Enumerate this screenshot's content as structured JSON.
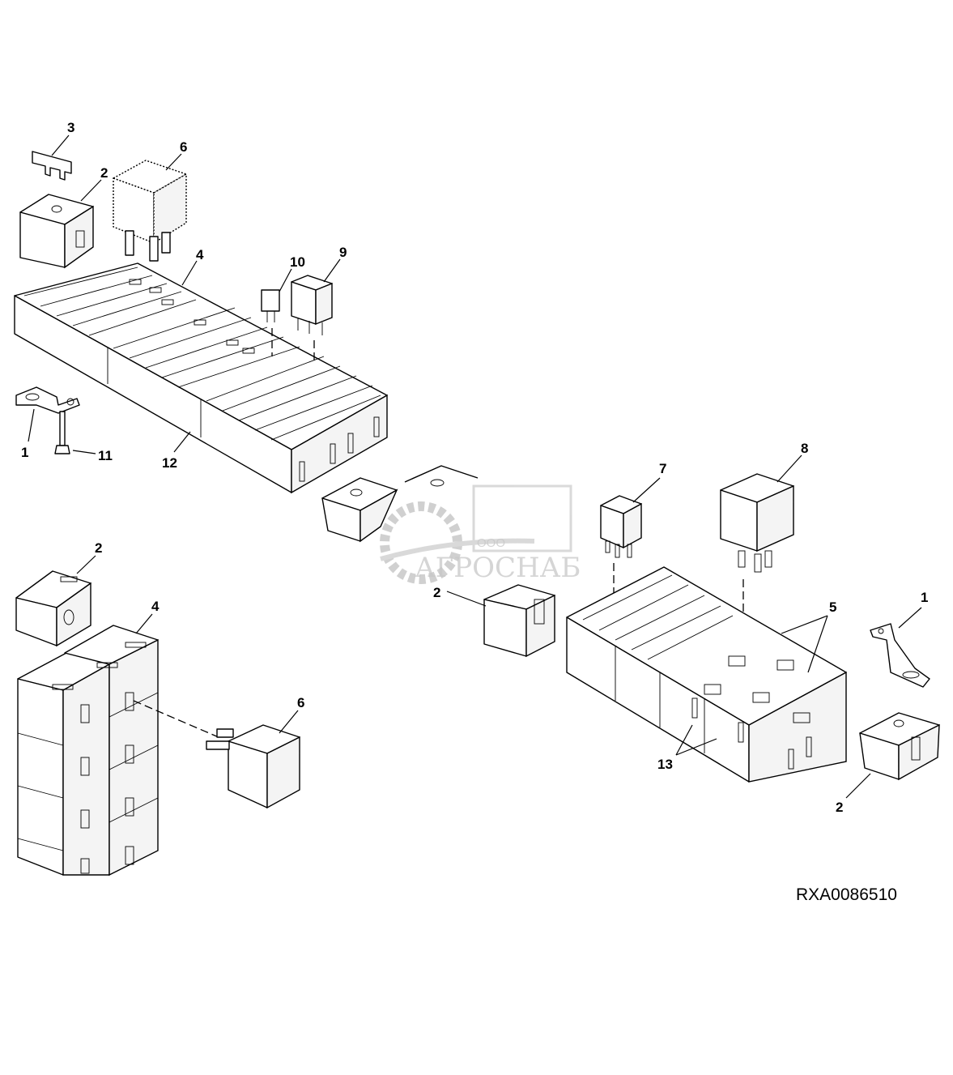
{
  "diagram": {
    "reference_id": "RXA0086510",
    "watermark": {
      "prefix": "ООО",
      "name": "АГРОСНАБ"
    },
    "callouts": [
      {
        "id": "c3a",
        "label": "3"
      },
      {
        "id": "c6a",
        "label": "6"
      },
      {
        "id": "c2a",
        "label": "2"
      },
      {
        "id": "c4a",
        "label": "4"
      },
      {
        "id": "c10",
        "label": "10"
      },
      {
        "id": "c9",
        "label": "9"
      },
      {
        "id": "c1a",
        "label": "1"
      },
      {
        "id": "c11",
        "label": "11"
      },
      {
        "id": "c12",
        "label": "12"
      },
      {
        "id": "c7",
        "label": "7"
      },
      {
        "id": "c8",
        "label": "8"
      },
      {
        "id": "c2b",
        "label": "2"
      },
      {
        "id": "c4b",
        "label": "4"
      },
      {
        "id": "c2c",
        "label": "2"
      },
      {
        "id": "c5",
        "label": "5"
      },
      {
        "id": "c1b",
        "label": "1"
      },
      {
        "id": "c6b",
        "label": "6"
      },
      {
        "id": "c13",
        "label": "13"
      },
      {
        "id": "c2d",
        "label": "2"
      }
    ]
  }
}
